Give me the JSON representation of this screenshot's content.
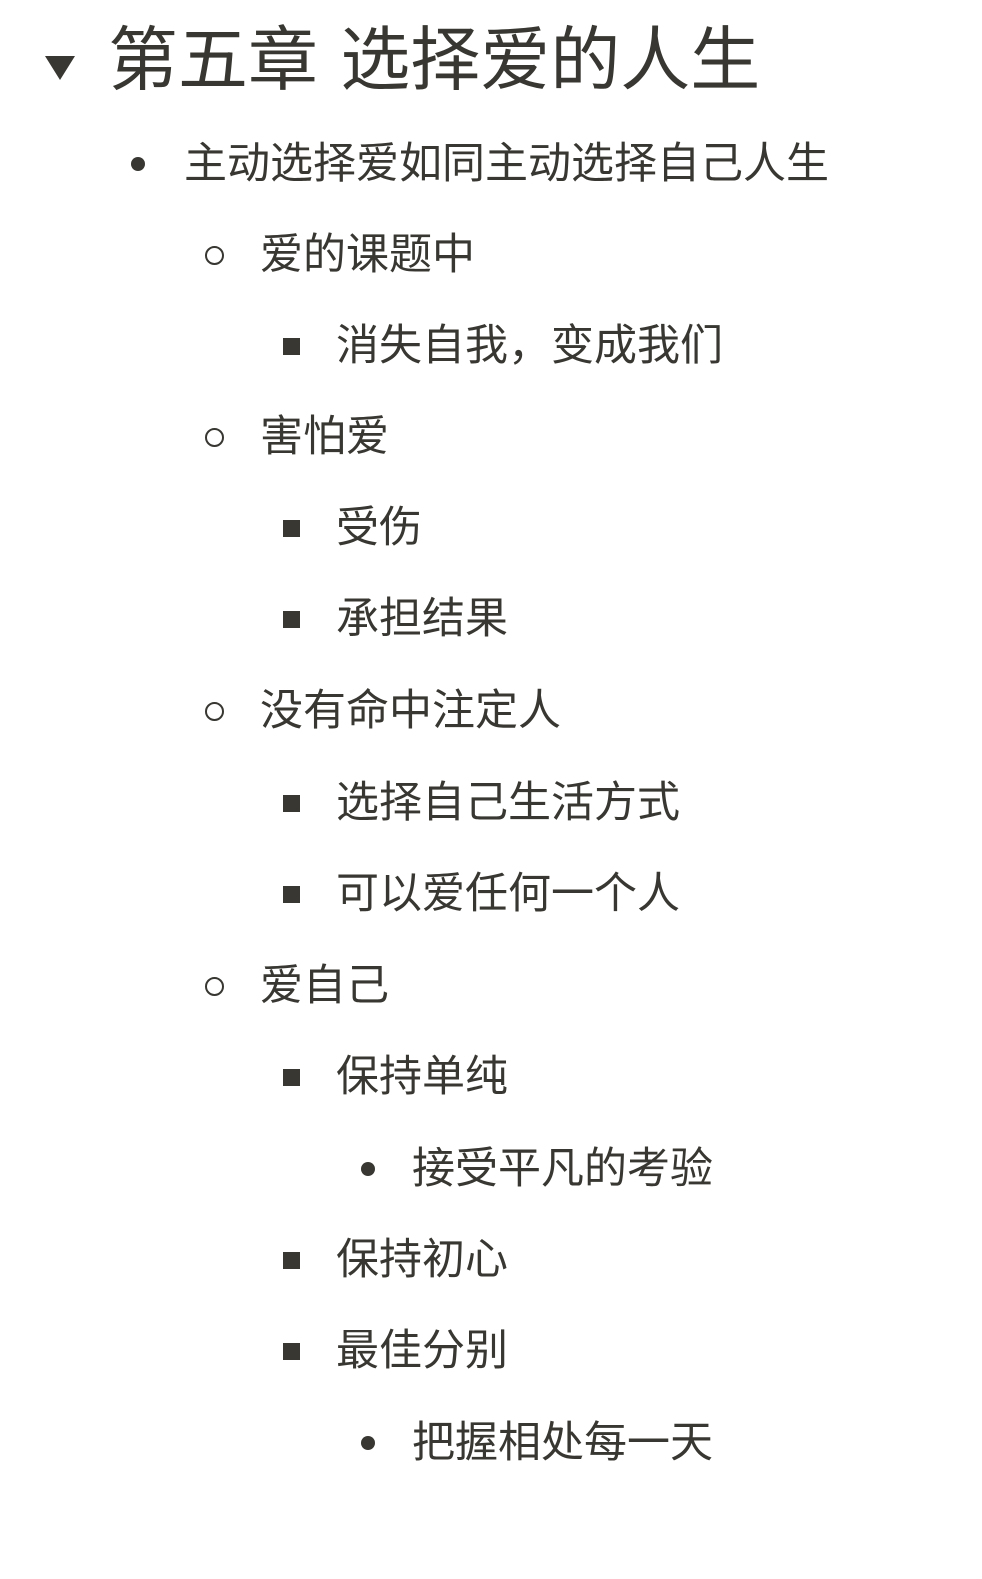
{
  "chapter": {
    "title": "第五章 选择爱的人生"
  },
  "outline": [
    {
      "level": 1,
      "marker": "disc",
      "text": "主动选择爱如同主动选择自己人生"
    },
    {
      "level": 2,
      "marker": "circle",
      "text": "爱的课题中"
    },
    {
      "level": 3,
      "marker": "square",
      "text": "消失自我，变成我们"
    },
    {
      "level": 2,
      "marker": "circle",
      "text": "害怕爱"
    },
    {
      "level": 3,
      "marker": "square",
      "text": "受伤"
    },
    {
      "level": 3,
      "marker": "square",
      "text": "承担结果"
    },
    {
      "level": 2,
      "marker": "circle",
      "text": "没有命中注定人"
    },
    {
      "level": 3,
      "marker": "square",
      "text": "选择自己生活方式"
    },
    {
      "level": 3,
      "marker": "square",
      "text": "可以爱任何一个人"
    },
    {
      "level": 2,
      "marker": "circle",
      "text": "爱自己"
    },
    {
      "level": 3,
      "marker": "square",
      "text": "保持单纯"
    },
    {
      "level": 4,
      "marker": "disc",
      "text": "接受平凡的考验"
    },
    {
      "level": 3,
      "marker": "square",
      "text": "保持初心"
    },
    {
      "level": 3,
      "marker": "square",
      "text": "最佳分别"
    },
    {
      "level": 4,
      "marker": "disc",
      "text": "把握相处每一天"
    }
  ]
}
